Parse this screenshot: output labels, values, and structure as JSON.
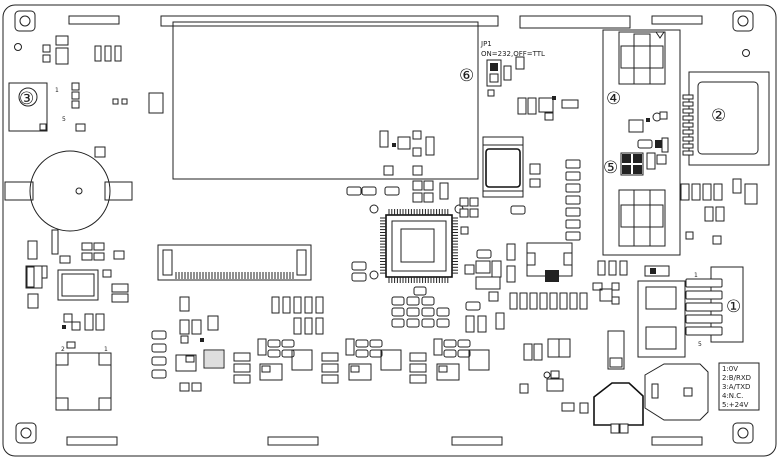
{
  "jumper": {
    "ref": "JP1",
    "note": "ON=232,OFF=TTL"
  },
  "callouts": [
    "①",
    "②",
    "③",
    "④",
    "⑤",
    "⑥"
  ],
  "pin_numbers": {
    "p1": "1",
    "p2": "2",
    "p5": "5",
    "conn_top": "1",
    "conn_bottom": "5"
  },
  "pin_legend": [
    "1:0V",
    "2:B/RXD",
    "3:A/TXD",
    "4:N.C.",
    "5:+24V"
  ]
}
